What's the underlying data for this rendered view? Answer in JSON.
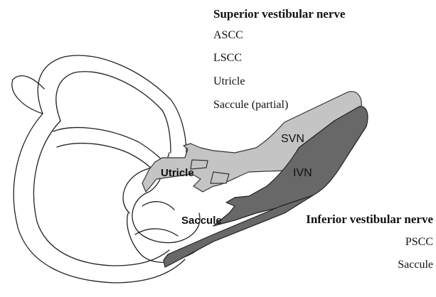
{
  "superior": {
    "heading": "Superior vestibular nerve",
    "items": [
      "ASCC",
      "LSCC",
      "Utricle",
      "Saccule (partial)"
    ]
  },
  "inferior": {
    "heading": "Inferior vestibular nerve",
    "items": [
      "PSCC",
      "Saccule"
    ]
  },
  "labels": {
    "svn": "SVN",
    "ivn": "IVN",
    "utricle": "Utricle",
    "saccule": "Saccule"
  },
  "colors": {
    "superior_nerve": "#c4c4c4",
    "inferior_nerve": "#686868",
    "outline": "#222222"
  }
}
